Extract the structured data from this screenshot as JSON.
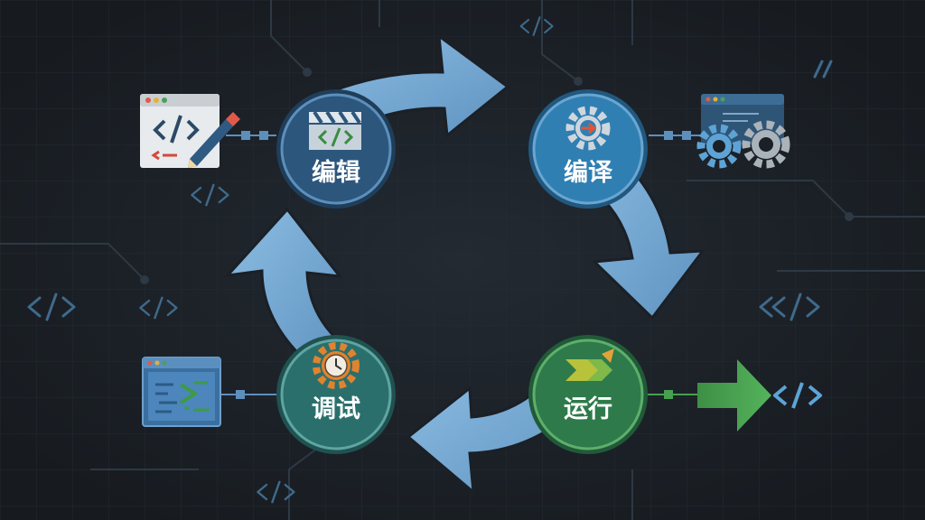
{
  "diagram": {
    "nodes": [
      {
        "id": "edit",
        "label": "编辑",
        "icon": "clapperboard-code-icon",
        "color": "#2c567c"
      },
      {
        "id": "compile",
        "label": "编译",
        "icon": "gear-arrow-icon",
        "color": "#2f7fb2"
      },
      {
        "id": "run",
        "label": "运行",
        "icon": "double-chevron-icon",
        "color": "#2e7a4a"
      },
      {
        "id": "debug",
        "label": "调试",
        "icon": "gear-clock-icon",
        "color": "#2b6f6c"
      }
    ],
    "side_icons": [
      {
        "id": "editor",
        "icon": "code-editor-pencil-icon"
      },
      {
        "id": "gears",
        "icon": "settings-gears-window-icon"
      },
      {
        "id": "terminal",
        "icon": "terminal-window-icon"
      },
      {
        "id": "output",
        "icon": "green-arrow-code-icon"
      }
    ],
    "colors": {
      "background": "#1b2026",
      "cycle_arrow": "#7fb0d8",
      "output_arrow": "#46a050",
      "decor_code": "#3f6a8c"
    }
  }
}
